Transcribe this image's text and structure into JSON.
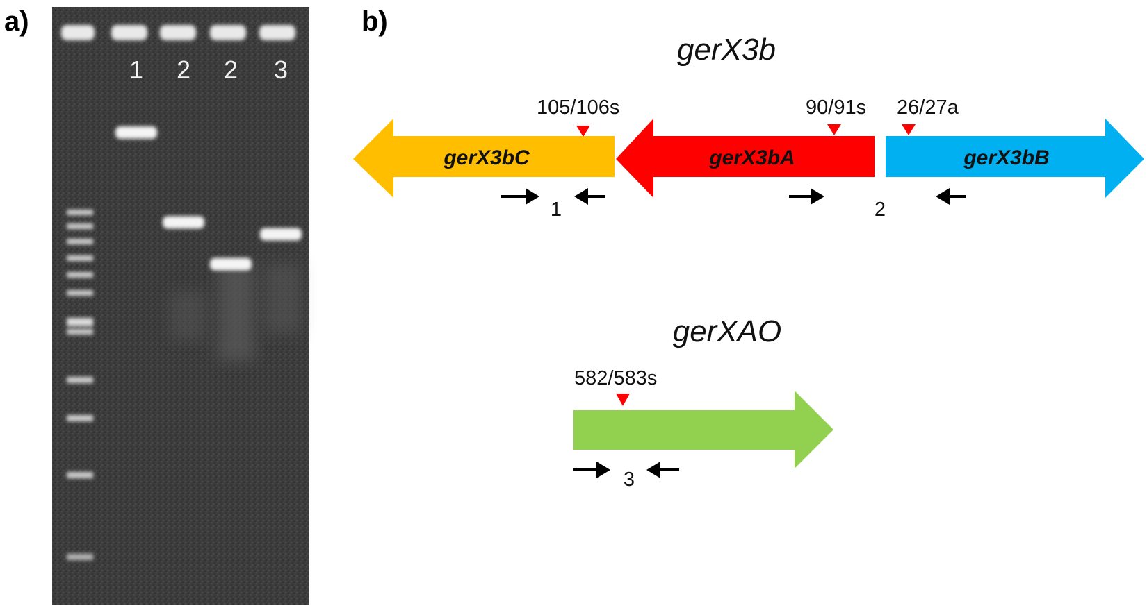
{
  "panels": {
    "a_label": "a)",
    "b_label": "b)"
  },
  "gel": {
    "lane_labels": [
      "1",
      "2",
      "2",
      "3"
    ],
    "bands": [
      {
        "lane": "1",
        "relative_migration": 0.79
      },
      {
        "lane": "2",
        "relative_migration": 0.64
      },
      {
        "lane": "2",
        "relative_migration": 0.57
      },
      {
        "lane": "3",
        "relative_migration": 0.62
      }
    ]
  },
  "locus_gerX3b": {
    "title": "gerX3b",
    "genes": [
      {
        "name": "gerX3bC",
        "strand": "reverse",
        "color": "#ffbf00"
      },
      {
        "name": "gerX3bA",
        "strand": "reverse",
        "color": "#ff0000"
      },
      {
        "name": "gerX3bB",
        "strand": "forward",
        "color": "#00b0f0"
      }
    ],
    "sites": [
      "105/106s",
      "90/91s",
      "26/27a"
    ],
    "primer_pairs": [
      "1",
      "2"
    ]
  },
  "locus_gerXAO": {
    "title": "gerXAO",
    "genes": [
      {
        "name": "",
        "strand": "forward",
        "color": "#92d050"
      }
    ],
    "sites": [
      "582/583s"
    ],
    "primer_pairs": [
      "3"
    ]
  },
  "colors": {
    "site_marker": "#ff0000",
    "primer_arrow": "#000000",
    "gel_background": "#3a3a3a"
  }
}
